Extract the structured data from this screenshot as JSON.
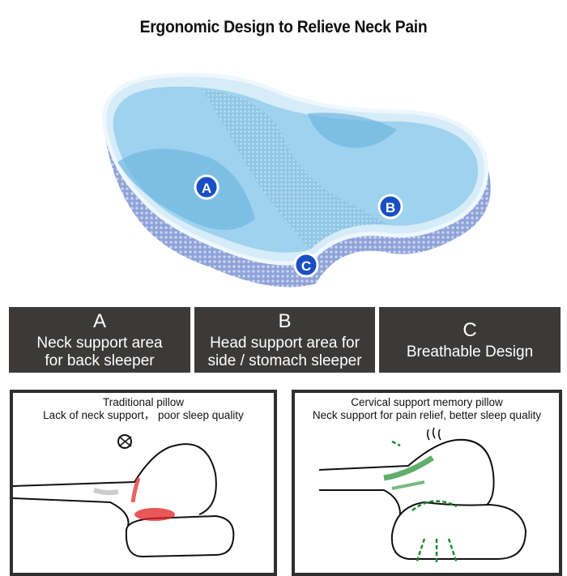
{
  "title": "Ergonomic Design to Relieve Neck Pain",
  "pillow_markers": [
    "A",
    "B",
    "C"
  ],
  "features": [
    {
      "letter": "A",
      "line1": "Neck support area",
      "line2": "for back sleeper"
    },
    {
      "letter": "B",
      "line1": "Head support area for",
      "line2": "side / stomach sleeper"
    },
    {
      "letter": "C",
      "line1": "Breathable Design",
      "line2": ""
    }
  ],
  "comparison": {
    "traditional": {
      "title": "Traditional pillow",
      "subtitle": "Lack of neck support， poor sleep quality"
    },
    "cervical": {
      "title": "Cervical support memory pillow",
      "subtitle": "Neck support for pain relief, better sleep quality"
    }
  },
  "colors": {
    "accent": "#1a4fc4",
    "card_bg": "#3b3a39",
    "pain": "#e02020",
    "relief": "#1e8a2e"
  }
}
